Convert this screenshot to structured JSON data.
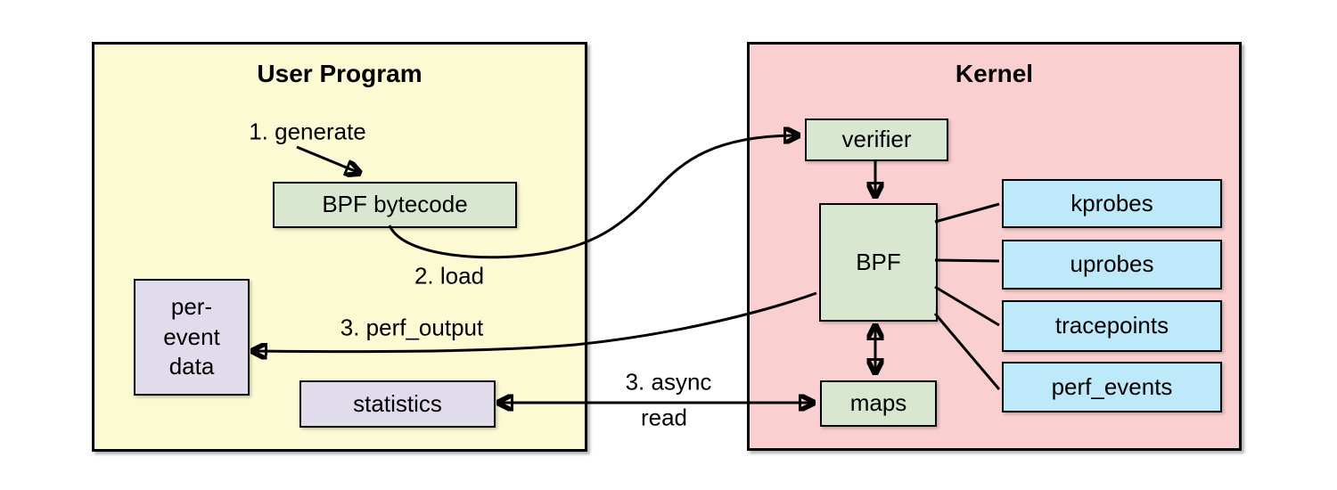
{
  "user_program": {
    "title": "User Program",
    "step_labels": {
      "generate": "1. generate",
      "load": "2. load",
      "perf_output": "3. perf_output"
    },
    "boxes": {
      "bpf_bytecode": "BPF bytecode",
      "per_event_data": {
        "line1": "per-",
        "line2": "event",
        "line3": "data"
      },
      "statistics": "statistics"
    }
  },
  "kernel": {
    "title": "Kernel",
    "boxes": {
      "verifier": "verifier",
      "bpf": "BPF",
      "maps": "maps",
      "kprobes": "kprobes",
      "uprobes": "uprobes",
      "tracepoints": "tracepoints",
      "perf_events": "perf_events"
    }
  },
  "between_labels": {
    "async_read": {
      "line1": "3. async",
      "line2": "read"
    }
  },
  "colors": {
    "user_program_bg": "#fbfad3",
    "kernel_bg": "#f9cfcf",
    "process_box": "#d9e7d1",
    "event_source_box": "#bee9fa",
    "output_box": "#e0dcec",
    "line": "#000000"
  }
}
